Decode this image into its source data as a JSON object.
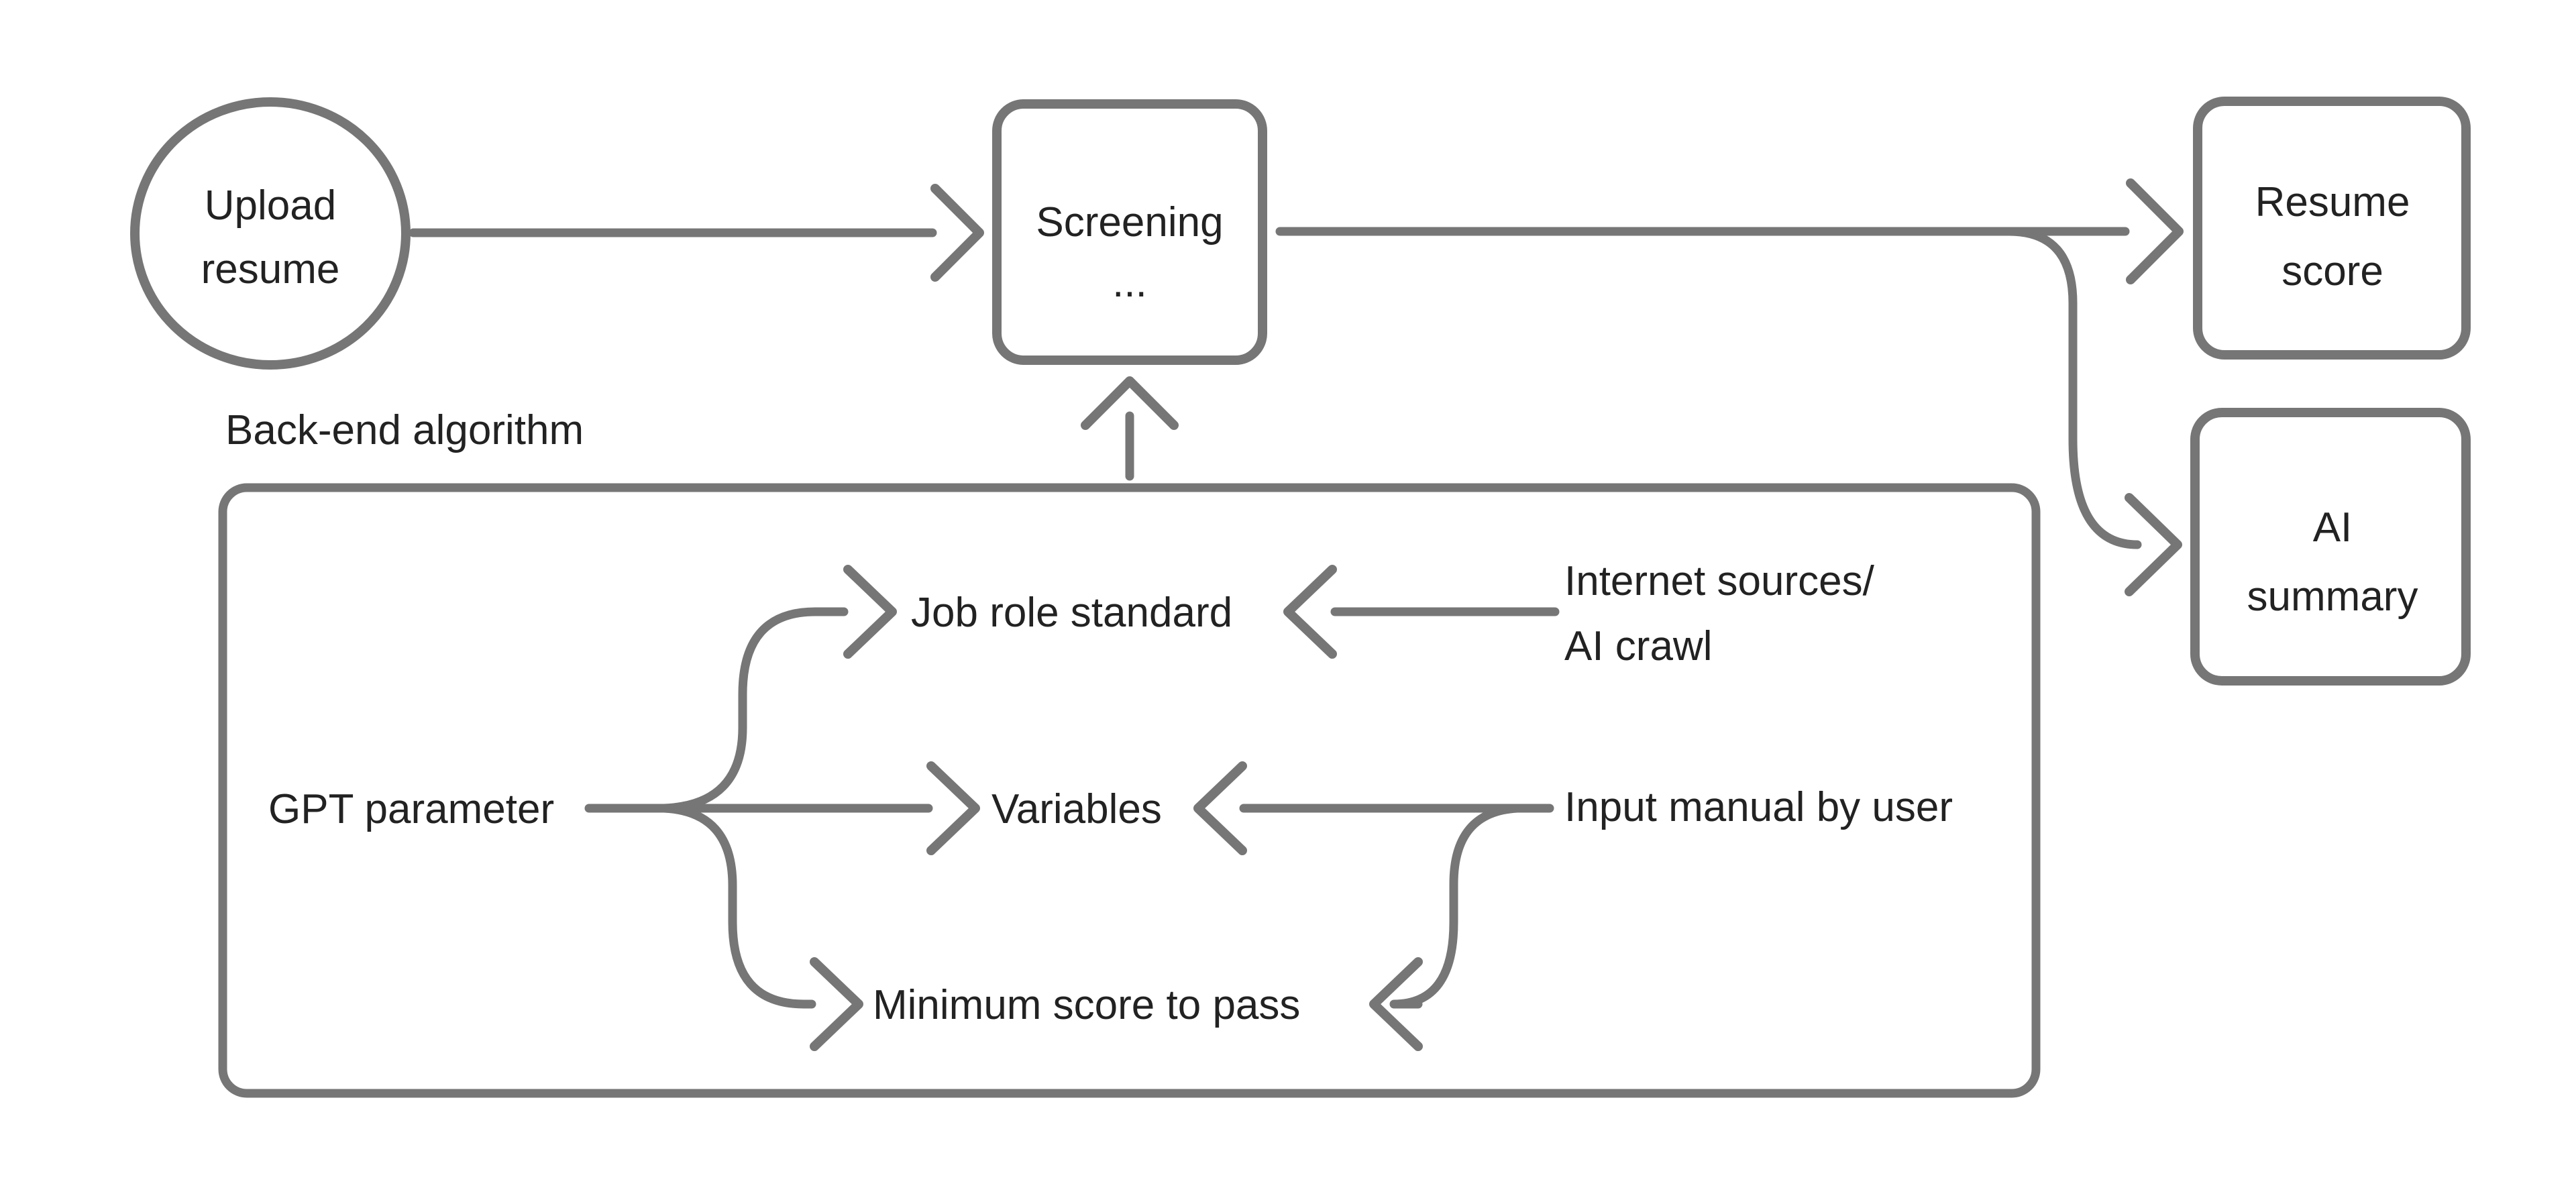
{
  "diagram": {
    "colors": {
      "stroke-color": "#767676",
      "text-color": "#222222",
      "bg-color": "#ffffff"
    },
    "backend_section": {
      "label": "Back-end algorithm"
    },
    "nodes": {
      "upload_resume": {
        "line1": "Upload",
        "line2": "resume"
      },
      "screening": {
        "line1": "Screening",
        "line2": "..."
      },
      "resume_score": {
        "line1": "Resume",
        "line2": "score"
      },
      "ai_summary": {
        "line1": "AI",
        "line2": "summary"
      },
      "gpt_parameter": {
        "label": "GPT parameter"
      },
      "job_role_standard": {
        "label": "Job role standard"
      },
      "variables": {
        "label": "Variables"
      },
      "minimum_score": {
        "label": "Minimum score to pass"
      },
      "internet_sources": {
        "line1": "Internet sources/",
        "line2": "AI crawl"
      },
      "input_manual": {
        "label": "Input manual by user"
      }
    }
  }
}
